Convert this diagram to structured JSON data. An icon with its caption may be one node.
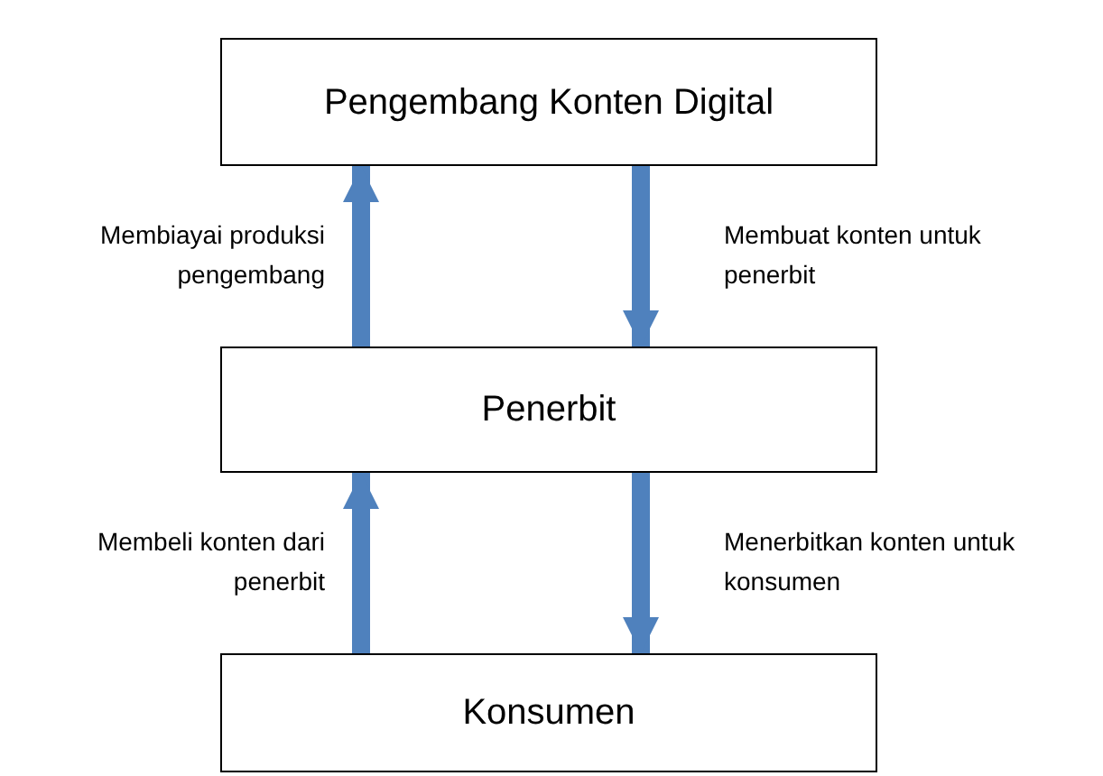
{
  "diagram": {
    "nodes": [
      {
        "text": [
          "Pengembang Konten Digital"
        ]
      },
      {
        "text": [
          "Penerbit"
        ]
      },
      {
        "text": [
          "Konsumen"
        ]
      }
    ],
    "edges": [
      {
        "from": 1,
        "to": 0,
        "arrow": "to",
        "label": "Membiayai produksi pengembang",
        "color": "#4f81bd"
      },
      {
        "from": 0,
        "to": 1,
        "arrow": "to",
        "label": "Membuat konten untuk penerbit",
        "color": "#4f81bd"
      },
      {
        "from": 2,
        "to": 1,
        "arrow": "to",
        "label": "Membeli konten dari penerbit",
        "color": "#4f81bd"
      },
      {
        "from": 1,
        "to": 2,
        "arrow": "to",
        "label": "Menerbitkan konten untuk konsumen",
        "color": "#4f81bd"
      }
    ]
  }
}
